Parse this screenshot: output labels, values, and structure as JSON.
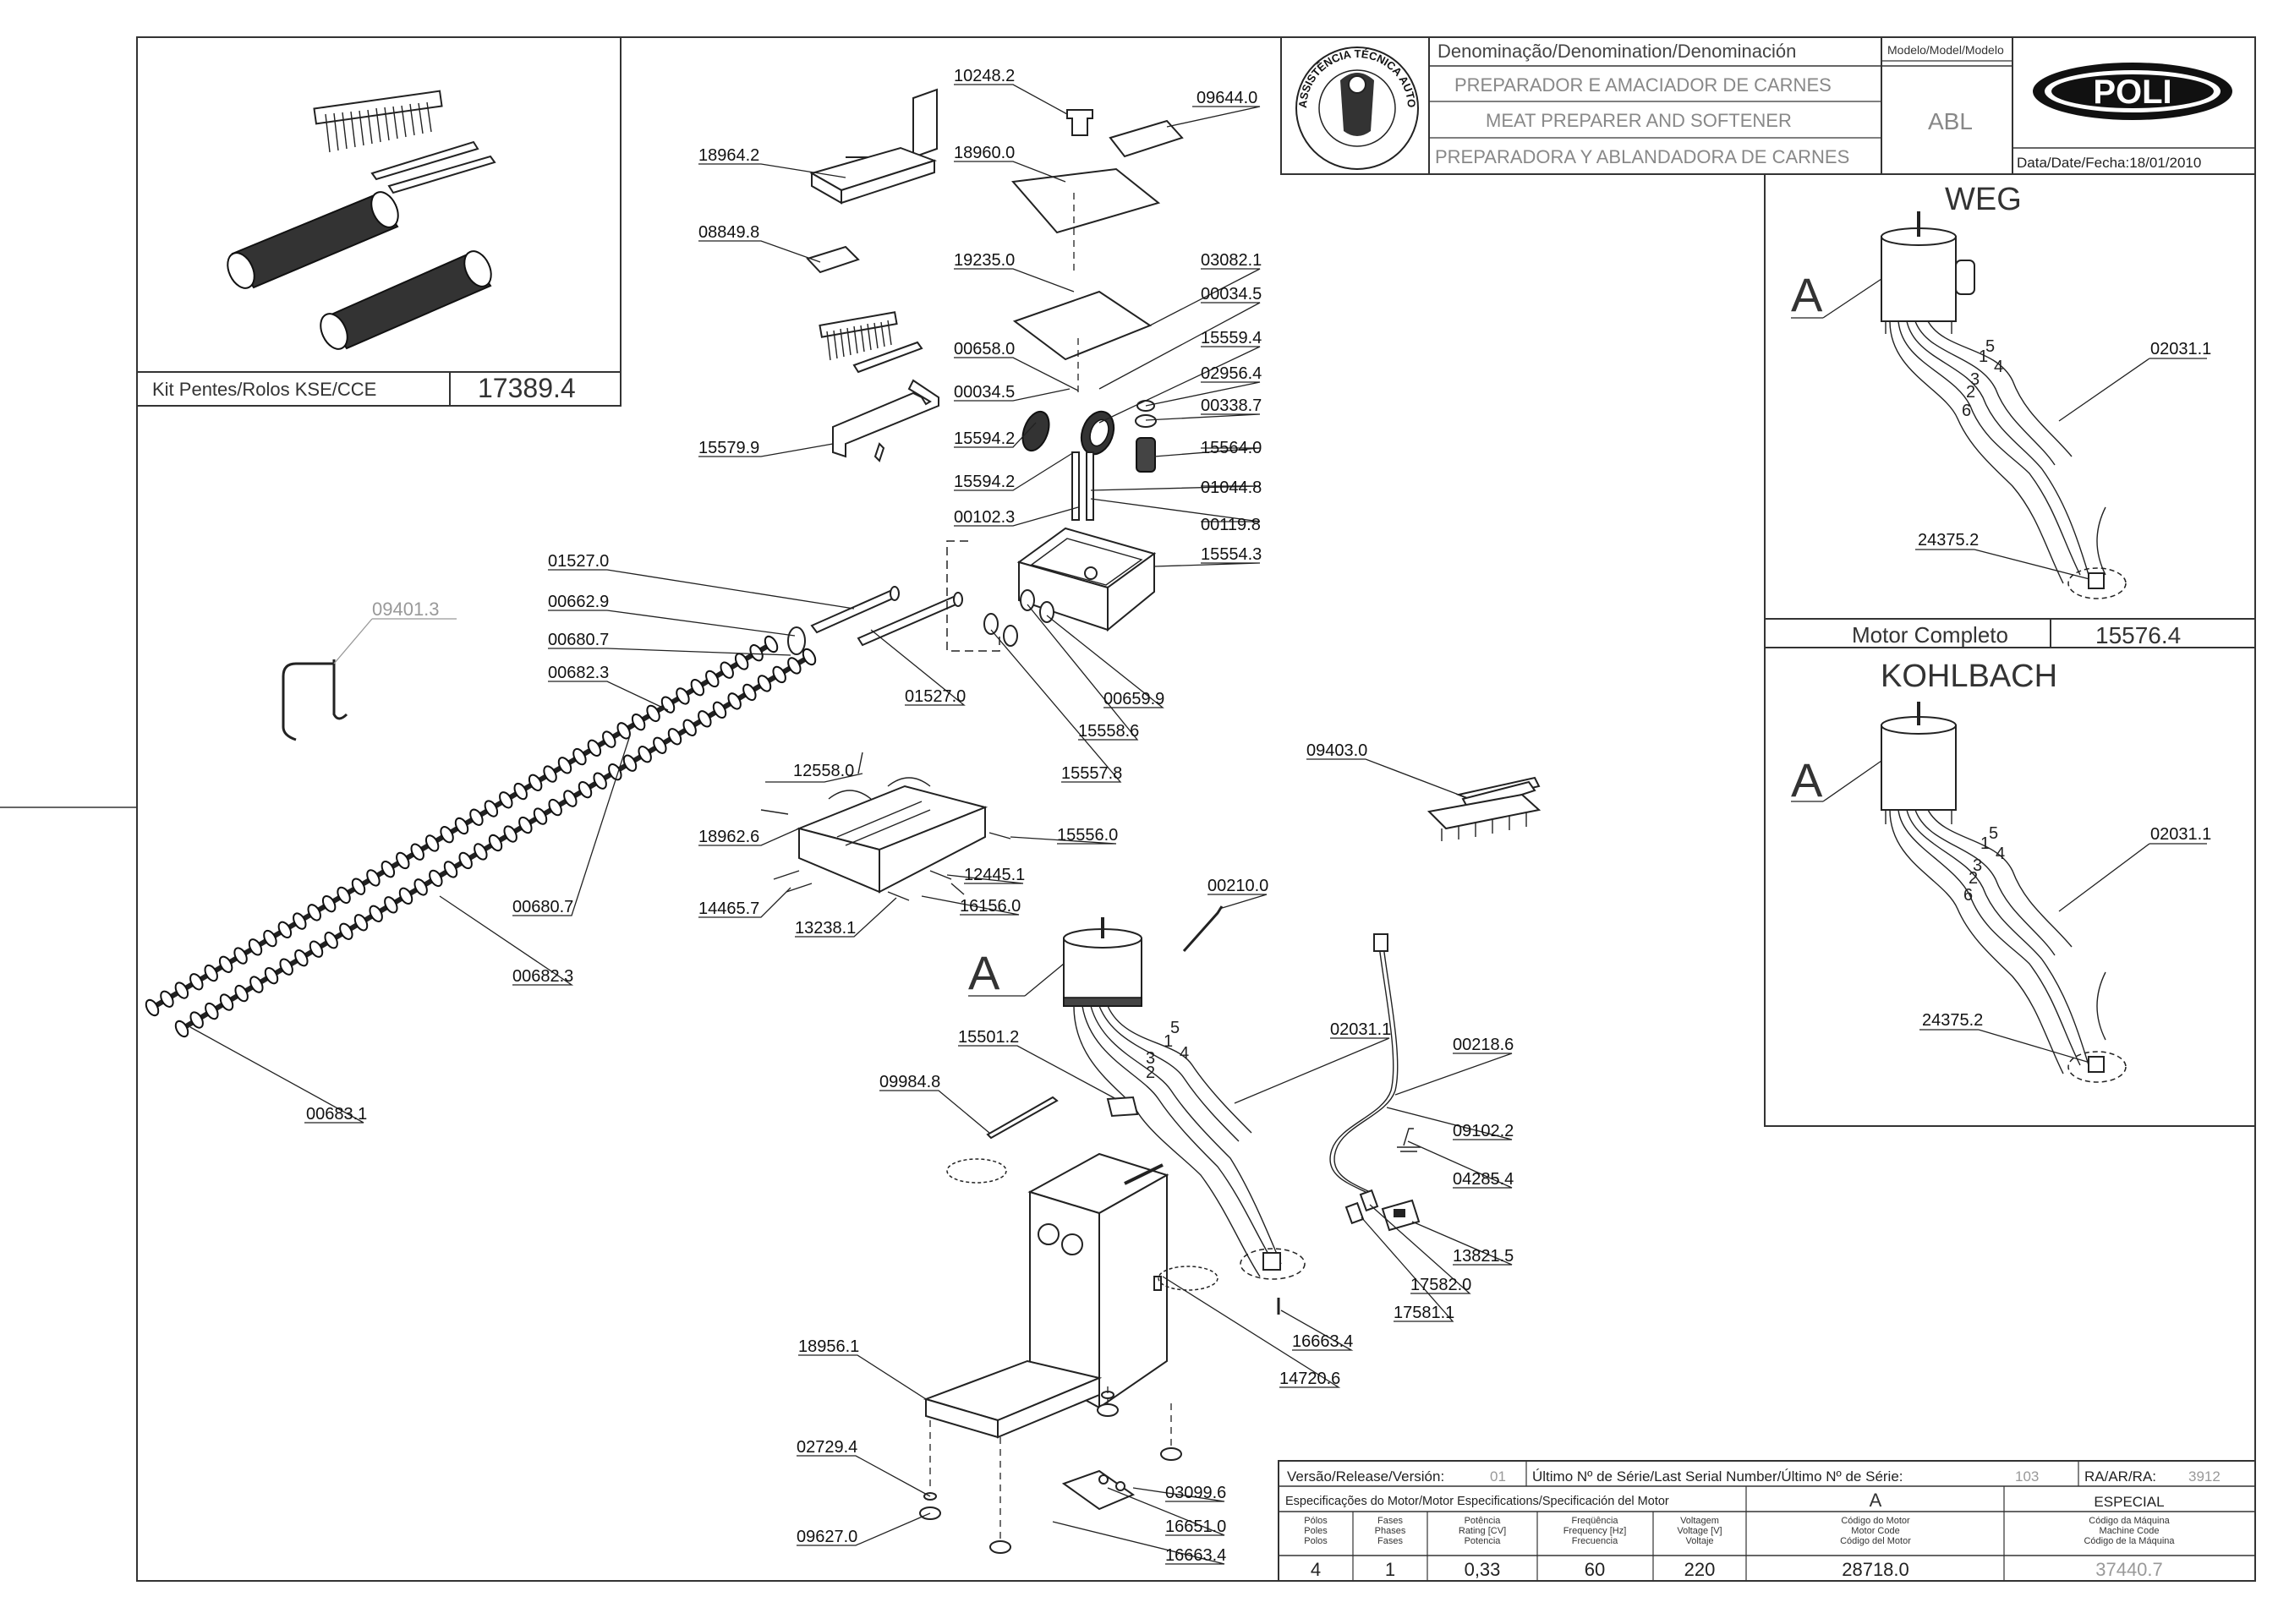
{
  "title_block": {
    "denomination_header": "Denominação/Denomination/Denominación",
    "name_pt": "PREPARADOR E AMACIADOR DE CARNES",
    "name_en": "MEAT PREPARER   AND SOFTENER",
    "name_es": "PREPARADORA Y ABLANDADORA DE CARNES",
    "model_header": "Modelo/Model/Modelo",
    "model": "ABL",
    "brand": "POLI",
    "date": "Data/Date/Fecha:18/01/2010",
    "seal_text": "ASSISTÊNCIA TÉCNICA AUTORIZADA"
  },
  "kit": {
    "label": "Kit Pentes/Rolos KSE/CCE",
    "code": "17389.4"
  },
  "motor_panels": {
    "weg_title": "WEG",
    "kohlbach_title": "KOHLBACH",
    "complete_label": "Motor Completo",
    "complete_code": "15576.4",
    "callout": "A",
    "weg_labels": [
      "02031.1",
      "24375.2"
    ],
    "kohlbach_labels": [
      "02031.1",
      "24375.2"
    ],
    "wire_numbers": [
      "5",
      "1",
      "4",
      "3",
      "2",
      "6"
    ]
  },
  "parts": {
    "p10248_2": "10248.2",
    "p09644_0": "09644.0",
    "p18964_2": "18964.2",
    "p18960_0": "18960.0",
    "p08849_8": "08849.8",
    "p19235_0": "19235.0",
    "p03082_1": "03082.1",
    "p00034_5a": "00034.5",
    "p15559_4": "15559.4",
    "p00658_0": "00658.0",
    "p02956_4": "02956.4",
    "p00034_5b": "00034.5",
    "p00338_7": "00338.7",
    "p15594_2a": "15594.2",
    "p15564_0": "15564.0",
    "p15579_9": "15579.9",
    "p15594_2b": "15594.2",
    "p01044_8": "01044.8",
    "p00102_3": "00102.3",
    "p00119_8": "00119.8",
    "p15554_3": "15554.3",
    "p01527_0a": "01527.0",
    "p00662_9": "00662.9",
    "p09401_3": "09401.3",
    "p00680_7a": "00680.7",
    "p00682_3a": "00682.3",
    "p01527_0b": "01527.0",
    "p00659_9": "00659.9",
    "p15558_6": "15558.6",
    "p15557_8": "15557.8",
    "p09403_0": "09403.0",
    "p12558_0": "12558.0",
    "p18962_6": "18962.6",
    "p15556_0": "15556.0",
    "p12445_1": "12445.1",
    "p14465_7": "14465.7",
    "p16156_0": "16156.0",
    "p13238_1": "13238.1",
    "p00680_7b": "00680.7",
    "p00682_3b": "00682.3",
    "p00683_1": "00683.1",
    "p00210_0": "00210.0",
    "callout_a": "A",
    "p02031_1": "02031.1",
    "p00218_6": "00218.6",
    "p15501_2": "15501.2",
    "p09984_8": "09984.8",
    "p09102_2": "09102.2",
    "p04285_4": "04285.4",
    "p13821_5": "13821.5",
    "p17582_0": "17582.0",
    "p17581_1": "17581.1",
    "p16663_4a": "16663.4",
    "p14720_6": "14720.6",
    "p18956_1": "18956.1",
    "p02729_4": "02729.4",
    "p03099_6": "03099.6",
    "p16651_0": "16651.0",
    "p09627_0": "09627.0",
    "p16663_4b": "16663.4",
    "wire_numbers_main": [
      "5",
      "1",
      "4",
      "3",
      "2"
    ]
  },
  "spec_table": {
    "version_label": "Versão/Release/Versión:",
    "version": "01",
    "serial_label": "Último Nº de Série/Last Serial Number/Último Nº de Série:",
    "serial": "103",
    "ra_label": "RA/AR/RA:",
    "ra": "3912",
    "motor_spec_label": "Especificações do Motor/Motor Especifications/Specificación del Motor",
    "motor_col": "A",
    "special_col": "ESPECIAL",
    "headers": [
      [
        "Pólos",
        "Poles",
        "Polos"
      ],
      [
        "Fases",
        "Phases",
        "Fases"
      ],
      [
        "Potência",
        "Rating [CV]",
        "Potencia"
      ],
      [
        "Freqüência",
        "Frequency [Hz]",
        "Frecuencia"
      ],
      [
        "Voltagem",
        "Voltage [V]",
        "Voltaje"
      ],
      [
        "Código do Motor",
        "Motor Code",
        "Código del Motor"
      ],
      [
        "Código da Máquina",
        "Machine Code",
        "Código de la Máquina"
      ]
    ],
    "values": [
      "4",
      "1",
      "0,33",
      "60",
      "220",
      "28718.0",
      "37440.7"
    ]
  },
  "colors": {
    "line": "#222222",
    "faint": "#999999",
    "brand_bg": "#111111"
  }
}
